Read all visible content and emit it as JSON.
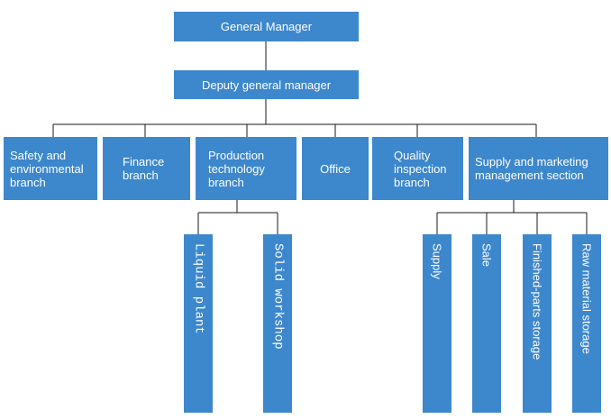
{
  "top": {
    "gm": "General Manager",
    "deputy": "Deputy general manager"
  },
  "branches": [
    "Safety and environmental branch",
    "Finance branch",
    "Production technology branch",
    "Office",
    "Quality inspection branch",
    "Supply and marketing management section"
  ],
  "production_units": [
    "Liquid plant",
    "Solid workshop"
  ],
  "supply_units": [
    "Supply",
    "Sale",
    "Finished-parts storage",
    "Raw material storage"
  ],
  "colors": {
    "box": "#3d87cc",
    "text": "#ffffff",
    "connector": "#1a1a1a"
  }
}
